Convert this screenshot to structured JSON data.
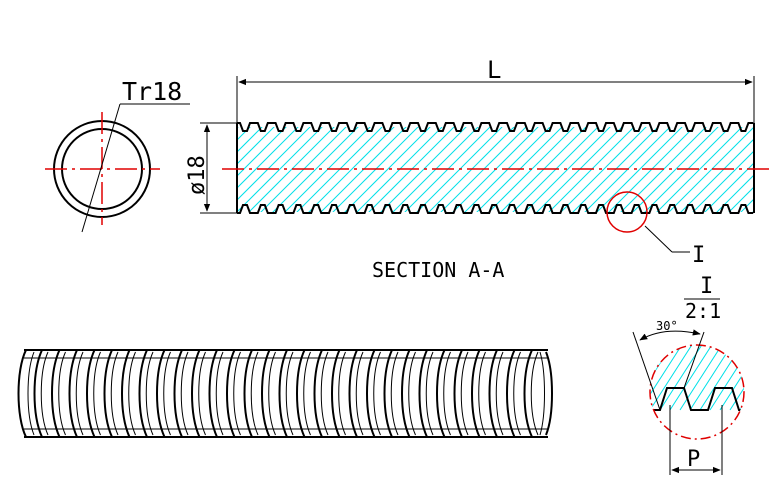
{
  "labels": {
    "thread_spec": "Tr18",
    "diameter": "ø18",
    "length": "L",
    "section": "SECTION A-A",
    "detail_marker": "I",
    "detail_title": "I",
    "detail_scale": "2:1",
    "angle": "30°",
    "pitch": "P"
  },
  "colors": {
    "hatch": "#00e0e8",
    "centerline": "#e00000",
    "detail_circle": "#e00000",
    "outline": "#000000"
  }
}
